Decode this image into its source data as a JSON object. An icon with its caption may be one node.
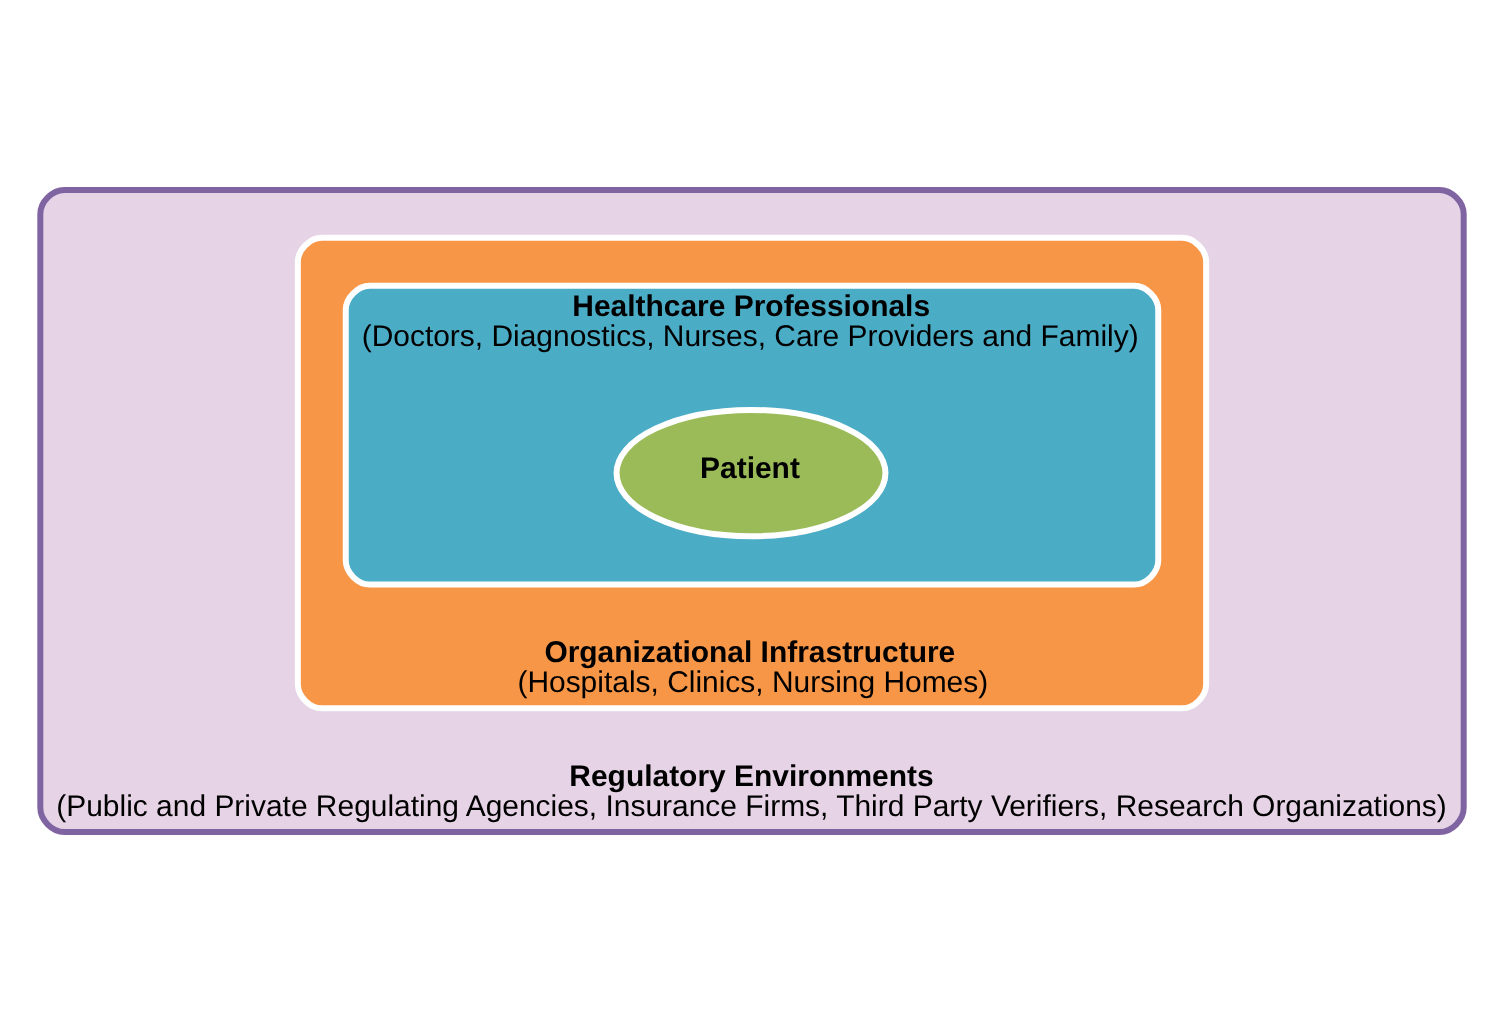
{
  "diagram": {
    "nodes": [
      {
        "text": [
          "Regulatory Environments",
          "(Public and Private Regulating Agencies, Insurance Firms, Third Party Verifiers, Research Organizations)"
        ]
      },
      {
        "text": [
          "Organizational Infrastructure",
          "(Hospitals, Clinics, Nursing Homes)"
        ],
        "in": 0
      },
      {
        "text": [
          "Healthcare Professionals",
          "(Doctors, Diagnostics, Nurses, Care Providers and Family)"
        ],
        "in": 1
      },
      {
        "text": [
          "Patient"
        ],
        "in": 2
      }
    ]
  }
}
